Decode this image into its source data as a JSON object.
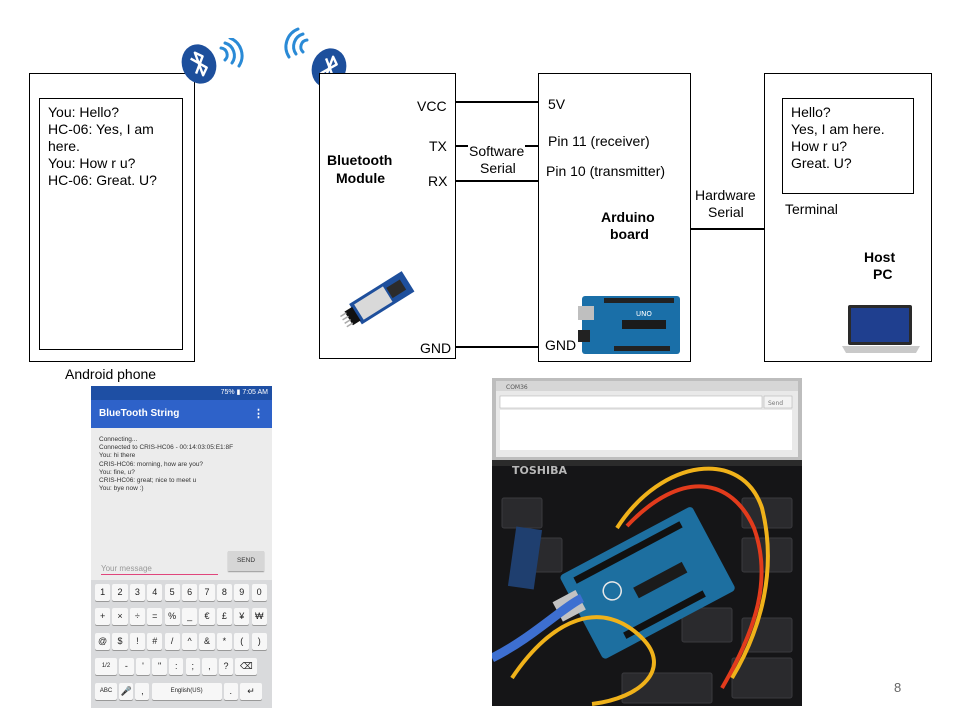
{
  "phone_box": {
    "chat_lines": [
      "You: Hello?",
      "HC-06: Yes, I am",
      "here.",
      "You: How r u?",
      "HC-06: Great. U?"
    ],
    "caption": "Android phone"
  },
  "bt_module": {
    "title_line1": "Bluetooth",
    "title_line2": "Module",
    "pins": {
      "vcc": "VCC",
      "tx": "TX",
      "rx": "RX",
      "gnd": "GND"
    }
  },
  "software_serial": {
    "line1": "Software",
    "line2": "Serial"
  },
  "arduino": {
    "pins": {
      "v5": "5V",
      "pin11": "Pin 11 (receiver)",
      "pin10": "Pin 10 (transmitter)",
      "gnd": "GND"
    },
    "title_line1": "Arduino",
    "title_line2": "board"
  },
  "hardware_serial": {
    "line1": "Hardware",
    "line2": "Serial"
  },
  "host_pc": {
    "terminal_lines": [
      "Hello?",
      "Yes, I am here.",
      "How r u?",
      "Great. U?"
    ],
    "terminal_label": "Terminal",
    "title_line1": "Host",
    "title_line2": "PC"
  },
  "android_app": {
    "status_text": "75% ▮ 7:05 AM",
    "title": "BlueTooth String",
    "log_lines": [
      "Connecting...",
      "Connected to CRIS-HC06 - 00:14:03:05:E1:8F",
      "You: hi there",
      "CRIS-HC06: morning, how are you?",
      "You: fine, u?",
      "CRIS-HC06: great; nice to meet u",
      "You: bye now :)"
    ],
    "message_placeholder": "Your message",
    "send_label": "SEND",
    "keyboard_rows": [
      [
        "1",
        "2",
        "3",
        "4",
        "5",
        "6",
        "7",
        "8",
        "9",
        "0"
      ],
      [
        "+",
        "×",
        "÷",
        "=",
        "%",
        "_",
        "€",
        "£",
        "¥",
        "₩"
      ],
      [
        "@",
        "$",
        "!",
        "#",
        "/",
        "^",
        "&",
        "*",
        "(",
        ")"
      ],
      [
        "1/2",
        "-",
        "'",
        "\"",
        ":",
        ";",
        ",",
        "?",
        "⌫"
      ],
      [
        "ABC",
        "🎤",
        ",",
        "English(US)",
        ".",
        "↵"
      ]
    ]
  },
  "photo": {
    "brand_text": "TOSHIBA",
    "window_tab": "COM36",
    "send_label": "Send"
  },
  "page_number": "8",
  "colors": {
    "bluetooth_blue": "#1d4f9c",
    "wave_blue": "#2a8ad6",
    "app_bar": "#2e62c9"
  }
}
